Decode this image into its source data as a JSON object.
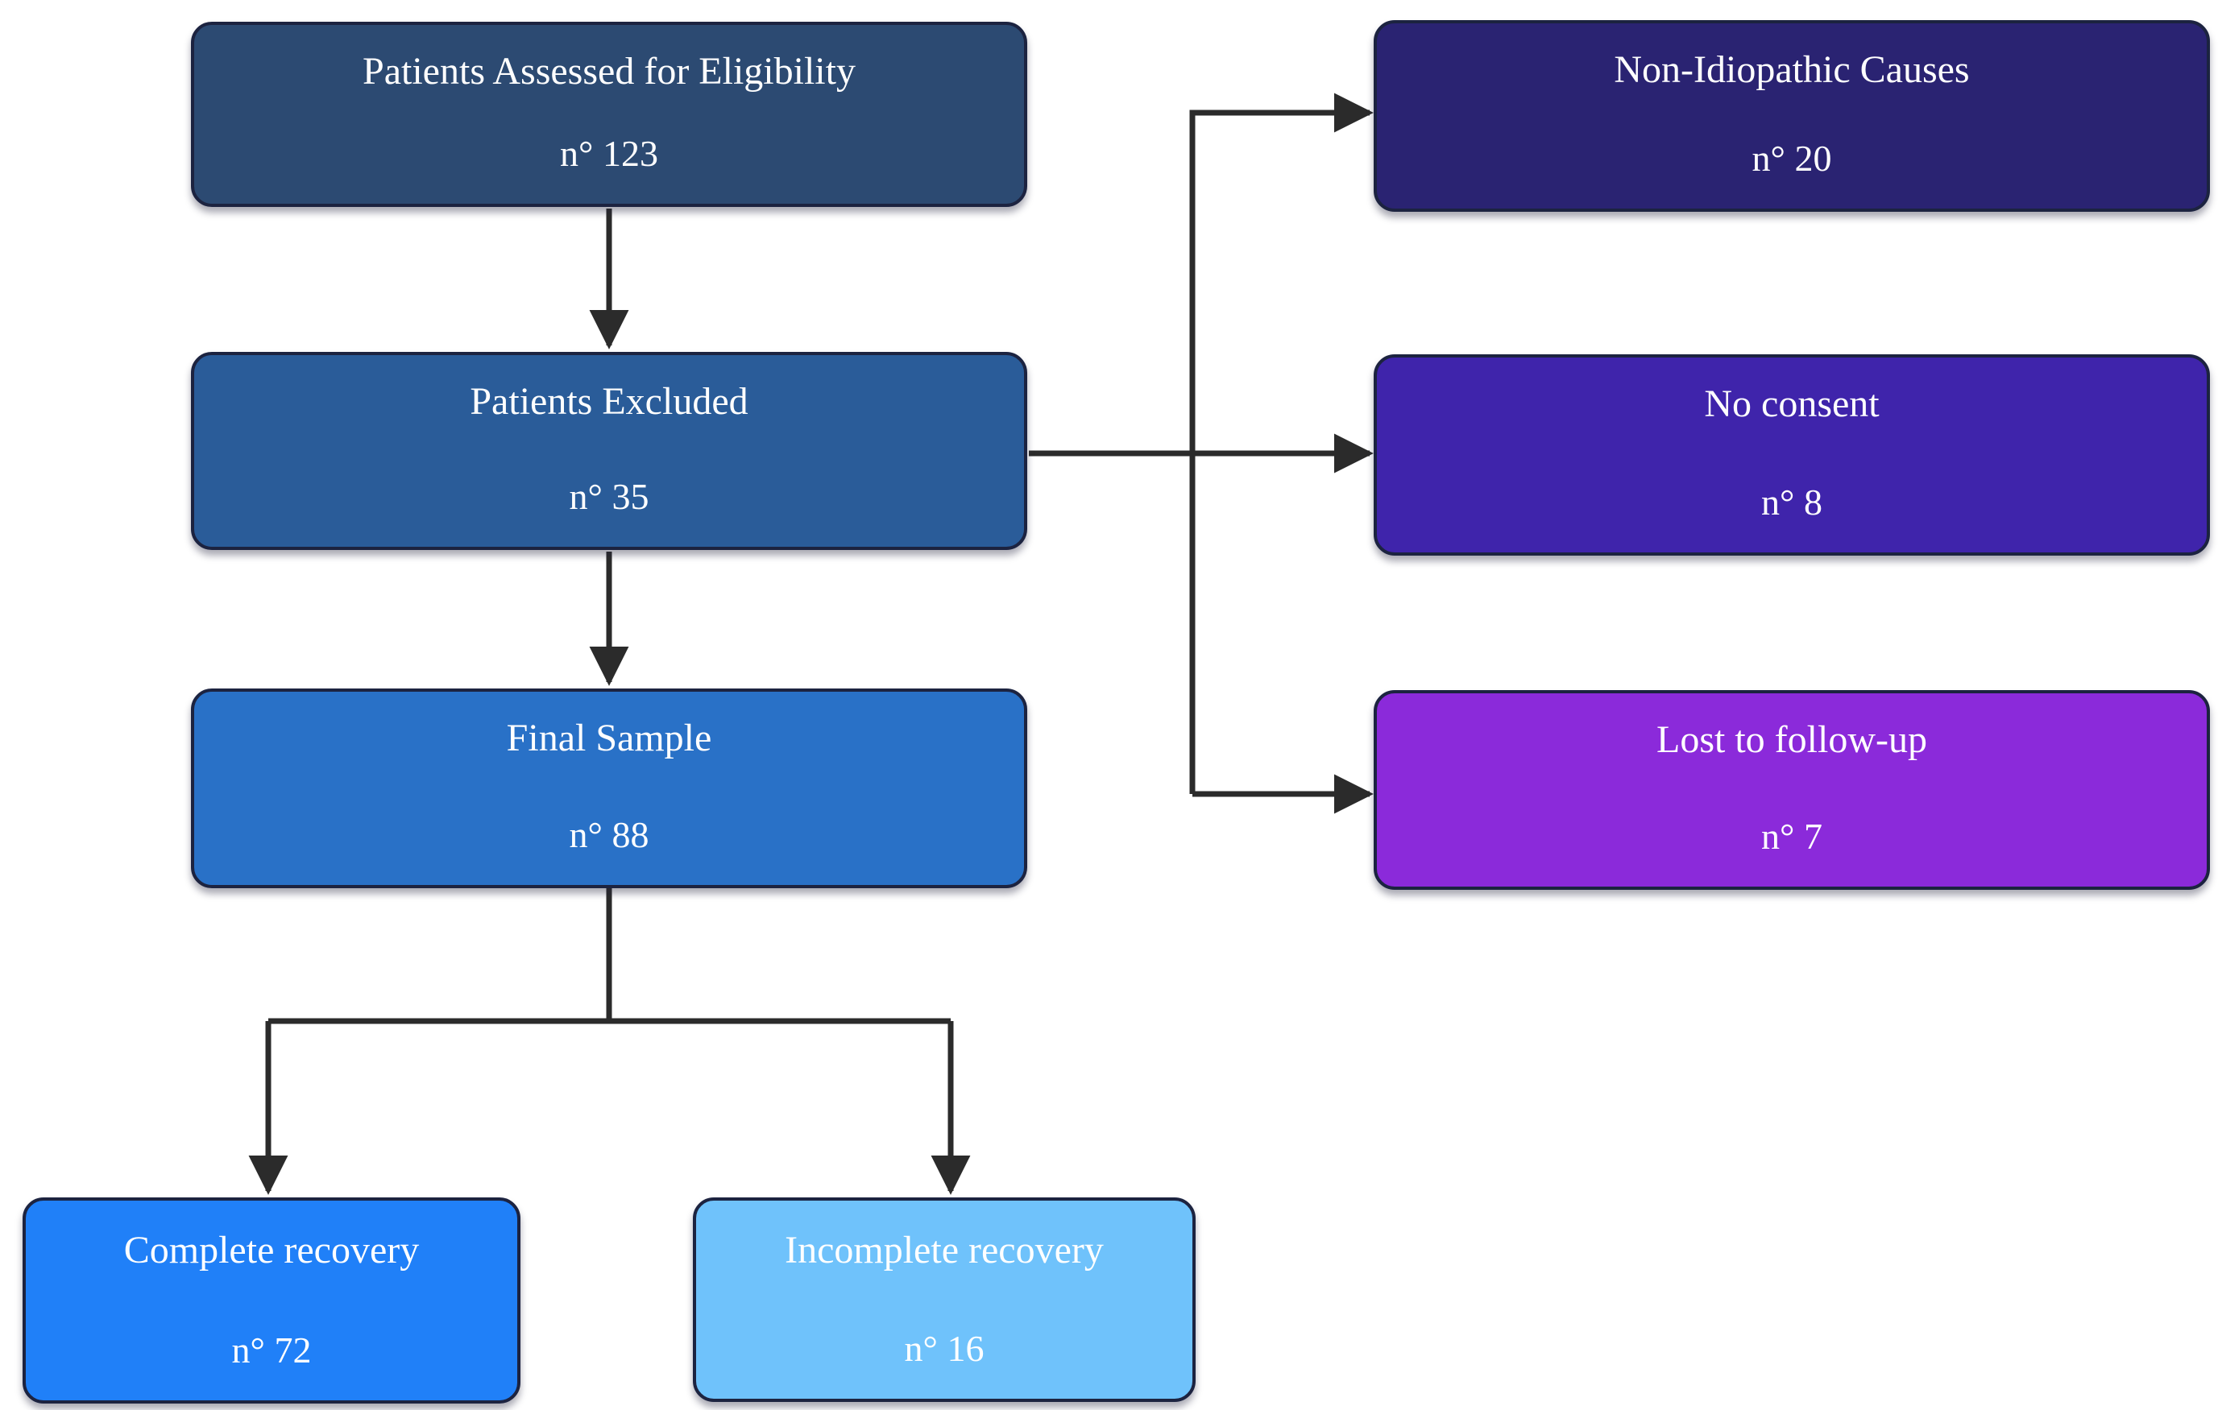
{
  "diagram": {
    "arrow_color": "#2b2b2b",
    "text_color": "#ffffff",
    "nodes": {
      "assessed": {
        "label": "Patients Assessed for Eligibility",
        "count": "n° 123",
        "color": "#2c4a72"
      },
      "excluded": {
        "label": "Patients Excluded",
        "count": "n° 35",
        "color": "#2a5c99"
      },
      "final": {
        "label": "Final Sample",
        "count": "n° 88",
        "color": "#2971c7"
      },
      "nonidiopathic": {
        "label": "Non-Idiopathic Causes",
        "count": "n° 20",
        "color": "#2a2372"
      },
      "noconsent": {
        "label": "No consent",
        "count": "n° 8",
        "color": "#3f24ab"
      },
      "lost": {
        "label": "Lost to follow-up",
        "count": "n° 7",
        "color": "#8b2ada"
      },
      "complete": {
        "label": "Complete recovery",
        "count": "n° 72",
        "color": "#2080f8"
      },
      "incomplete": {
        "label": "Incomplete recovery",
        "count": "n° 16",
        "color": "#6fc2fb"
      }
    }
  }
}
